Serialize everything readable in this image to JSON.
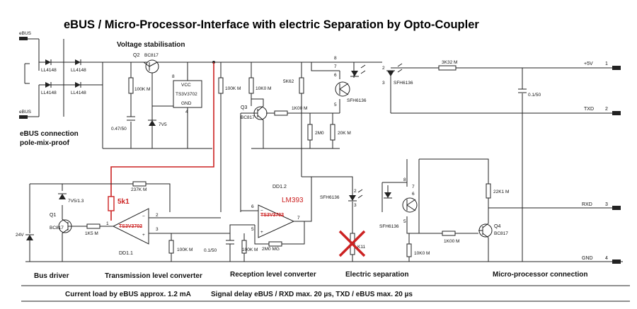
{
  "title": "eBUS / Micro-Processor-Interface with electric Separation by Opto-Coupler",
  "section_labels": {
    "voltage_stabilisation": "Voltage stabilisation",
    "ebus_connection_1": "eBUS connection",
    "ebus_connection_2": "pole-mix-proof",
    "bus_driver": "Bus driver",
    "transmission": "Transmission level converter",
    "reception": "Reception level converter",
    "separation": "Electric separation",
    "mcu_connection": "Micro-processor connection"
  },
  "footer": {
    "current": "Current load by eBUS approx. 1.2 mA",
    "delay": "Signal delay eBUS / RXD max. 20 µs, TXD / eBUS max. 20 µs"
  },
  "terminals": {
    "ebus_top": "eBUS",
    "ebus_bottom": "eBUS",
    "v5": "+5V",
    "v5_pin": "1",
    "txd": "TXD",
    "txd_pin": "2",
    "rxd": "RXD",
    "rxd_pin": "3",
    "gnd": "GND",
    "gnd_pin": "4"
  },
  "components": {
    "d1": "LL4148",
    "d2": "LL4148",
    "d3": "LL4148",
    "d4": "LL4148",
    "q2": "Q2",
    "q2_type": "BC817",
    "r_100k_1": "100K M",
    "reg_vcc": "VCC",
    "reg_type": "TS3V3702",
    "reg_gnd": "GND",
    "reg_pin8": "8",
    "reg_pin4": "4",
    "c_047": "0.47/50",
    "z_7v5": "7V5",
    "r_100k_2": "100K M",
    "r_10k_1": "10K0 M",
    "r_5k62": "5K62",
    "q3": "Q3",
    "q3_type": "BC817",
    "r_1k0": "1K00 M",
    "r_2m0_1": "2M0",
    "r_20k": "20K M",
    "opto1_pins": [
      "8",
      "7",
      "6",
      "5"
    ],
    "opto1_type": "SFH6136",
    "opto2_pins": [
      "2",
      "3"
    ],
    "opto2_type": "SFH6136",
    "r_3k32": "3K32 M",
    "c_01": "0.1/50",
    "z_7v5_13": "7V5/1.3",
    "r_237k": "237K M",
    "r_5k1": "5k1",
    "q1": "Q1",
    "q1_type": "BC817",
    "r_1k5": "1K5 M",
    "z_24v": "24V",
    "dd11": "DD1.1",
    "dd11_type": "TS3V3702",
    "dd11_pins": [
      "1",
      "2",
      "3"
    ],
    "r_100k_3": "100K M",
    "dd12": "DD1.2",
    "dd12_new": "LM393",
    "dd12_type": "TS3V3702",
    "dd12_pins": [
      "6",
      "5",
      "7"
    ],
    "c_01b": "0.1/50",
    "r_100k_4": "100K M",
    "r_2m0_2": "2M0 MG",
    "sfh_mid": "SFH6136",
    "sfh_mid_pins": [
      "2",
      "3"
    ],
    "r_crossed": "K11",
    "opto3_pins": [
      "8",
      "7",
      "6",
      "5"
    ],
    "opto3_type": "SFH6136",
    "r_22k1": "22K1 M",
    "q4": "Q4",
    "q4_type": "BC817",
    "r_1k0b": "1K00 M",
    "r_10k_2": "10K0 M"
  }
}
